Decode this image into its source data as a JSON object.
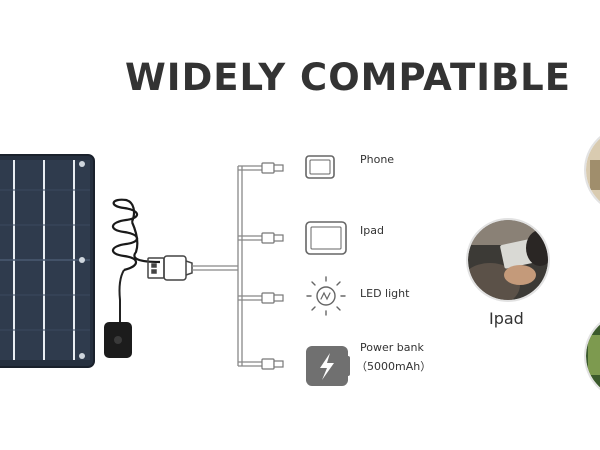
{
  "title": "WIDELY COMPATIBLE",
  "devices": [
    {
      "label": "Phone",
      "icon": "phone-icon"
    },
    {
      "label": "Ipad",
      "icon": "tablet-icon"
    },
    {
      "label": "LED light",
      "icon": "led-light-icon"
    },
    {
      "label": "Power bank",
      "sublabel": "（5000mAh）",
      "icon": "power-bank-icon"
    }
  ],
  "photo": {
    "caption": "Ipad"
  }
}
